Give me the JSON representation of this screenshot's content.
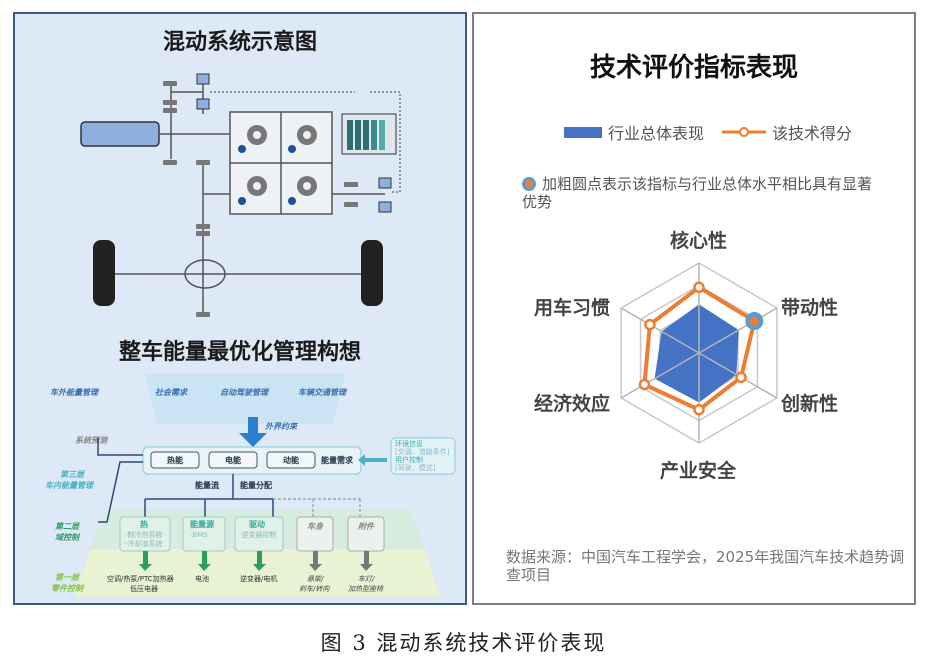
{
  "left_panel": {
    "top_title": "混动系统示意图",
    "bottom_title": "整车能量最优化管理构想",
    "diagram": {
      "outer_label": "车外能量管理",
      "external_items": [
        "社会需求",
        "自动驾驶管理",
        "车辆交通管理"
      ],
      "constraint_label": "外界约束",
      "system_prediction": "系统预测",
      "layer3_label": [
        "第三层",
        "车内能量管理"
      ],
      "layer2_label": [
        "第二层",
        "域控制"
      ],
      "layer1_label": [
        "第一层",
        "零件控制"
      ],
      "energy_boxes": [
        "热能",
        "电能",
        "动能"
      ],
      "energy_demand": "能量需求",
      "env_box": [
        "环境信息",
        "[交通、道路条件]",
        "用户控制",
        "[驾驶、模式]"
      ],
      "flow_label": "能量流",
      "distribution_label": "能量分配",
      "domain_boxes": [
        {
          "title": "热",
          "lines": [
            "-制冷剂系统",
            "-冷却液系统"
          ]
        },
        {
          "title": "能量源",
          "lines": [
            "-BMS"
          ]
        },
        {
          "title": "驱动",
          "lines": [
            "-逆变器控制"
          ]
        },
        {
          "title": "车身",
          "lines": []
        },
        {
          "title": "附件",
          "lines": []
        }
      ],
      "components": [
        [
          "空调/热泵/PTC加热器",
          "低压电器"
        ],
        [
          "电池"
        ],
        [
          "逆变器/电机"
        ],
        [
          "悬架/",
          "刹车/转向"
        ],
        [
          "车灯/",
          "加热型座椅"
        ]
      ]
    }
  },
  "right_panel": {
    "legend_industry": "行业总体表现",
    "legend_tech": "该技术得分",
    "note": "加粗圆点表示该指标与行业总体水平相比具有显著优势",
    "source": "数据来源：中国汽车工程学会，2025年我国汽车技术趋势调查项目"
  },
  "caption": "图 3  混动系统技术评价表现",
  "colors": {
    "industry": "#4472c4",
    "tech": "#ed7d31",
    "highlight": "#5b9bd5",
    "grid": "#c8c8c8"
  },
  "chart_data": {
    "type": "radar",
    "title": "技术评价指标表现",
    "categories": [
      "核心性",
      "带动性",
      "创新性",
      "产业安全",
      "经济效应",
      "用车习惯"
    ],
    "series": [
      {
        "name": "行业总体表现",
        "style": "filled-area",
        "values": [
          54,
          51,
          48,
          55,
          57,
          48
        ]
      },
      {
        "name": "该技术得分",
        "style": "line-markers",
        "values": [
          73,
          71,
          54,
          63,
          70,
          63
        ]
      }
    ],
    "highlighted": [
      "带动性"
    ],
    "range": [
      0,
      100
    ],
    "grid_rings": 4,
    "legend": "top"
  }
}
